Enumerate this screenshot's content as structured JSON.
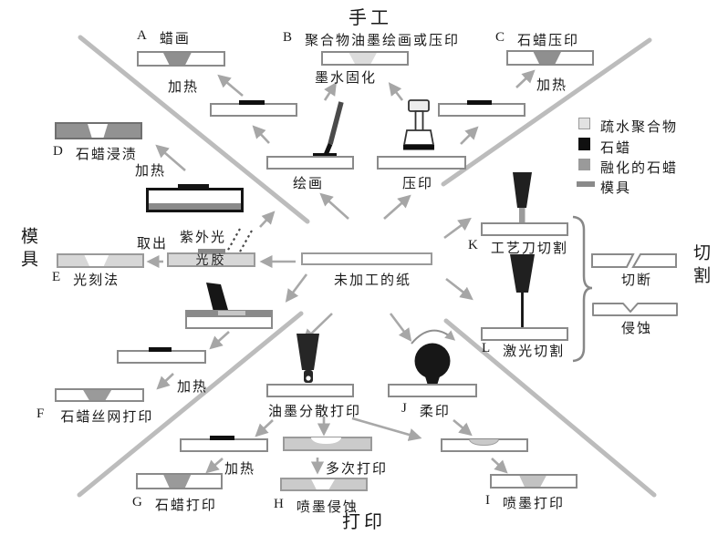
{
  "quadrants": {
    "top": "手工",
    "left": "模具",
    "right": "切割",
    "bottom": "打印"
  },
  "center": {
    "label": "未加工的纸"
  },
  "methods": {
    "a": {
      "letter": "A",
      "name": "蜡画"
    },
    "b": {
      "letter": "B",
      "name": "聚合物油墨绘画或压印"
    },
    "c": {
      "letter": "C",
      "name": "石蜡压印"
    },
    "d": {
      "letter": "D",
      "name": "石蜡浸渍"
    },
    "e": {
      "letter": "E",
      "name": "光刻法"
    },
    "f": {
      "letter": "F",
      "name": "石蜡丝网打印"
    },
    "g": {
      "letter": "G",
      "name": "石蜡打印"
    },
    "h": {
      "letter": "H",
      "name": "喷墨侵蚀"
    },
    "i": {
      "letter": "I",
      "name": "喷墨打印"
    },
    "j": {
      "letter": "J",
      "name": "柔印"
    },
    "k": {
      "letter": "K",
      "name": "工艺刀切割"
    },
    "l": {
      "letter": "L",
      "name": "激光切割"
    }
  },
  "steps": {
    "heat": "加热",
    "ink_cure": "墨水固化",
    "draw": "绘画",
    "stamp": "压印",
    "take_out": "取出",
    "uv_light": "紫外光",
    "photoresist": "光胶",
    "ink_disperse_print": "油墨分散打印",
    "multi_print": "多次打印",
    "cut_off": "切断",
    "etch": "侵蚀"
  },
  "legend": {
    "items": [
      {
        "label": "疏水聚合物",
        "color": "#e2e2e2"
      },
      {
        "label": "石蜡",
        "color": "#101010"
      },
      {
        "label": "融化的石蜡",
        "color": "#9a9a9a"
      },
      {
        "label": "模具",
        "color": "#8a8a8a"
      }
    ]
  },
  "colors": {
    "paper": "#ffffff",
    "paper_border": "#8a8a8a",
    "melted_wax": "#8f8f8f",
    "diagonal": "#bcbcbc",
    "arrow": "#a8a8a8"
  }
}
